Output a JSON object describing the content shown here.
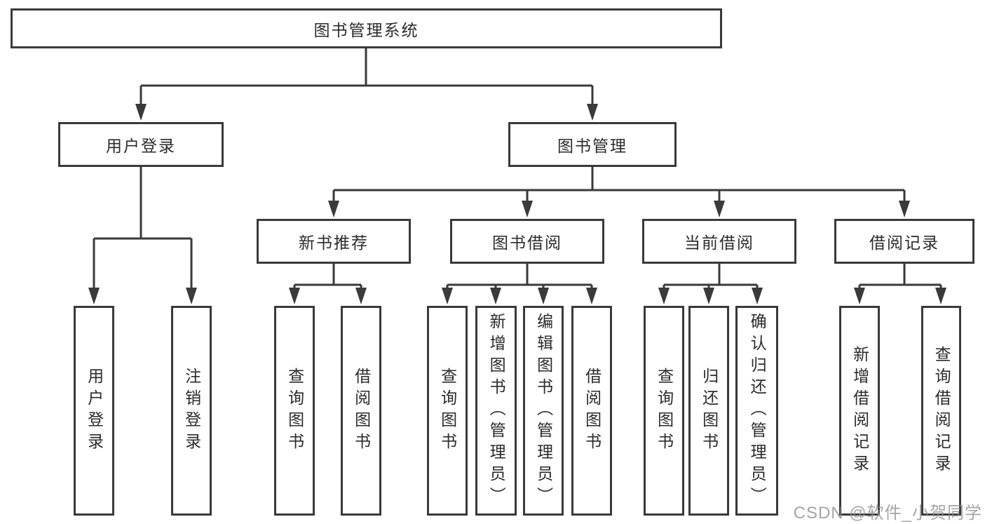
{
  "diagram": {
    "root": {
      "label": "图书管理系统"
    },
    "branches": [
      {
        "label": "用户登录",
        "children": [
          {
            "label": "用户登录"
          },
          {
            "label": "注销登录"
          }
        ]
      },
      {
        "label": "图书管理",
        "sections": [
          {
            "label": "新书推荐",
            "children": [
              {
                "label": "查询图书"
              },
              {
                "label": "借阅图书"
              }
            ]
          },
          {
            "label": "图书借阅",
            "children": [
              {
                "label": "查询图书"
              },
              {
                "label": "新增图书（管理员）"
              },
              {
                "label": "编辑图书（管理员）"
              },
              {
                "label": "借阅图书"
              }
            ]
          },
          {
            "label": "当前借阅",
            "children": [
              {
                "label": "查询图书"
              },
              {
                "label": "归还图书"
              },
              {
                "label": "确认归还（管理员）"
              }
            ]
          },
          {
            "label": "借阅记录",
            "children": [
              {
                "label": "新增借阅记录"
              },
              {
                "label": "查询借阅记录"
              }
            ]
          }
        ]
      }
    ]
  },
  "watermark": {
    "text": "CSDN @软件_小贺同学"
  },
  "colors": {
    "line": "#3a3a3a",
    "box_border": "#3a3a3a",
    "box_fill": "#ffffff",
    "text": "#2b2b2b",
    "watermark": "#8f8f8f",
    "background": "#ffffff"
  }
}
